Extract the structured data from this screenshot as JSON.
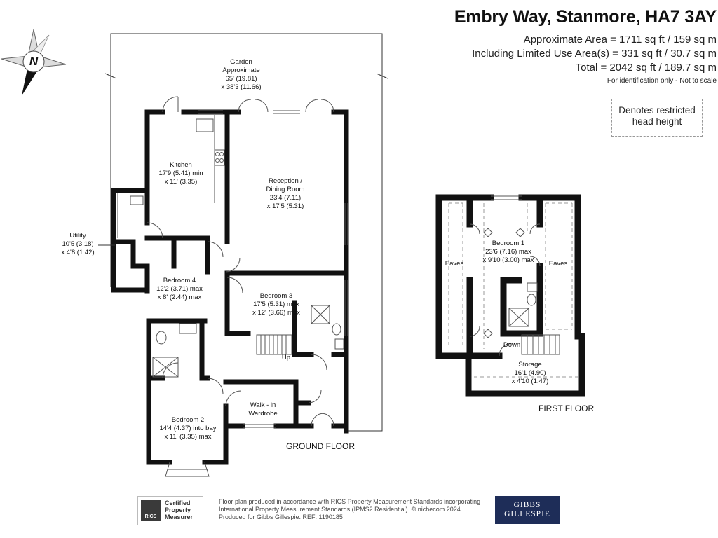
{
  "header": {
    "title": "Embry Way, Stanmore, HA7 3AY",
    "area_1": "Approximate Area = 1711 sq ft / 159 sq m",
    "area_2": "Including Limited Use Area(s) = 331 sq ft / 30.7 sq m",
    "area_3": "Total = 2042 sq ft / 189.7 sq m",
    "note": "For identification only - Not to scale"
  },
  "legend": {
    "line_1": "Denotes restricted",
    "line_2": "head height"
  },
  "compass": {
    "letter": "N",
    "icon": "compass-icon"
  },
  "ground_floor": {
    "label": "GROUND FLOOR",
    "garden": {
      "line_1": "Garden",
      "line_2": "Approximate",
      "line_3": "65' (19.81)",
      "line_4": "x 38'3 (11.66)"
    },
    "kitchen": {
      "name": "Kitchen",
      "dim_1": "17'9 (5.41) min",
      "dim_2": "x 11' (3.35)"
    },
    "reception": {
      "name": "Reception /",
      "name_2": "Dining Room",
      "dim_1": "23'4 (7.11)",
      "dim_2": "x 17'5 (5.31)"
    },
    "utility": {
      "name": "Utility",
      "dim_1": "10'5 (3.18)",
      "dim_2": "x 4'8 (1.42)"
    },
    "bedroom4": {
      "name": "Bedroom 4",
      "dim_1": "12'2 (3.71) max",
      "dim_2": "x 8' (2.44) max"
    },
    "bedroom3": {
      "name": "Bedroom 3",
      "dim_1": "17'5 (5.31) max",
      "dim_2": "x 12' (3.66) max"
    },
    "bedroom2": {
      "name": "Bedroom 2",
      "dim_1": "14'4 (4.37) into bay",
      "dim_2": "x 11' (3.35) max"
    },
    "wardrobe": {
      "name": "Walk - in",
      "name_2": "Wardrobe"
    },
    "stairs_up": "Up"
  },
  "first_floor": {
    "label": "FIRST FLOOR",
    "bedroom1": {
      "name": "Bedroom 1",
      "dim_1": "23'6 (7.16) max",
      "dim_2": "x 9'10 (3.00) max"
    },
    "eaves_left": "Eaves",
    "eaves_right": "Eaves",
    "storage": {
      "name": "Storage",
      "dim_1": "16'1 (4.90)",
      "dim_2": "x 4'10 (1.47)"
    },
    "stairs_down": "Down"
  },
  "footer": {
    "cert_1": "Certified",
    "cert_2": "Property",
    "cert_3": "Measurer",
    "rics": "RICS",
    "text_1": "Floor plan produced in accordance with RICS Property Measurement Standards incorporating",
    "text_2": "International Property Measurement Standards (IPMS2 Residential).  © nichecom 2024.",
    "text_3": "Produced for Gibbs Gillespie.   REF:  1190185",
    "brand_1": "GIBBS",
    "brand_2": "GILLESPIE"
  },
  "colors": {
    "wall": "#111111",
    "brand": "#1e2d58",
    "restricted": "#999999"
  }
}
